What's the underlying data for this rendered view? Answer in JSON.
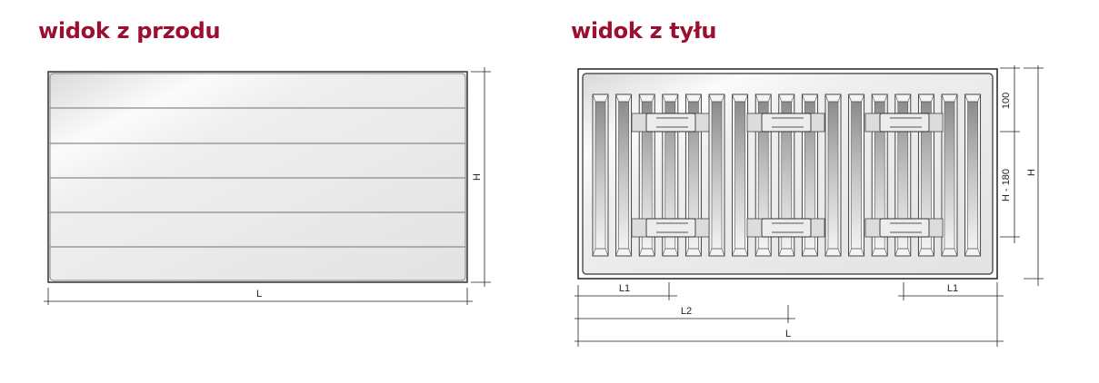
{
  "front": {
    "title": "widok z przodu",
    "width_label": "L",
    "height_label": "H"
  },
  "back": {
    "title": "widok z tyłu",
    "label_top": "100",
    "label_middle": "H - 180",
    "label_height": "H",
    "label_l1_left": "L1",
    "label_l1_right": "L1",
    "label_l2": "L2",
    "label_l": "L"
  },
  "colors": {
    "title": "#9b0f31",
    "line": "#222222"
  }
}
